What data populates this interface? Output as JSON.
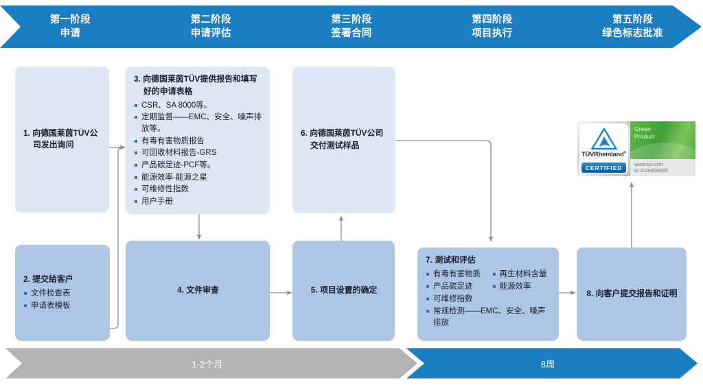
{
  "header": {
    "phases": [
      {
        "line1": "第一阶段",
        "line2": "申请"
      },
      {
        "line1": "第二阶段",
        "line2": "申请评估"
      },
      {
        "line1": "第三阶段",
        "line2": "签署合同"
      },
      {
        "line1": "第四阶段",
        "line2": "项目执行"
      },
      {
        "line1": "第五阶段",
        "line2": "绿色标志批准"
      }
    ],
    "bg_color": "#1a7ec2",
    "text_color": "#ffffff"
  },
  "steps": {
    "step1": {
      "title": "1. 向德国莱茵TÜV公司发出询问"
    },
    "step2": {
      "title": "2. 提交给客户",
      "bullets": [
        "文件检查表",
        "申请表模板"
      ]
    },
    "step3": {
      "title": "3. 向德国莱茵TÜV提供报告和填写好的申请表格",
      "bullets": [
        "CSR、SA 8000等。",
        "定期监督——EMC、安全、噪声排放等。",
        "有毒有害物质报告",
        "可回收材料报告-GRS",
        "产品碳足迹-PCF等。",
        "能源效率-能源之星",
        "可维修性指数",
        "用户手册"
      ]
    },
    "step4": {
      "title": "4. 文件审查"
    },
    "step5": {
      "title": "5. 项目设置的确定"
    },
    "step6": {
      "title": "6. 向德国莱茵TÜV公司交付测试样品"
    },
    "step7": {
      "title": "7. 测试和评估",
      "bullets_col": [
        "有毒有害物质",
        "产品碳足迹",
        "再生材料含量",
        "能源效率"
      ],
      "bullets_full": [
        "可维修指数",
        "常规检测——EMC、安全、噪声排放"
      ]
    },
    "step8": {
      "title": "8. 向客户提交报告和证明"
    }
  },
  "logo": {
    "brand": "TÜVRheinland",
    "registered_mark": "®",
    "certified_label": "CERTIFIED",
    "green_line1": "Green",
    "green_line2": "Product",
    "website": "www.tuv.com",
    "id": "ID 0100000000",
    "green_color": "#4aa83a",
    "blue_color": "#0f6fb5"
  },
  "timeline": {
    "segments": [
      {
        "label": "1-2个月",
        "color": "#b3b3b3"
      },
      {
        "label": "8周",
        "color": "#1a7ec2"
      }
    ]
  },
  "palette": {
    "box_light": "#dde7f3",
    "box_mid": "#aec6e6",
    "bullet": "#2a6eb5",
    "connector": "#8a8a8a"
  }
}
